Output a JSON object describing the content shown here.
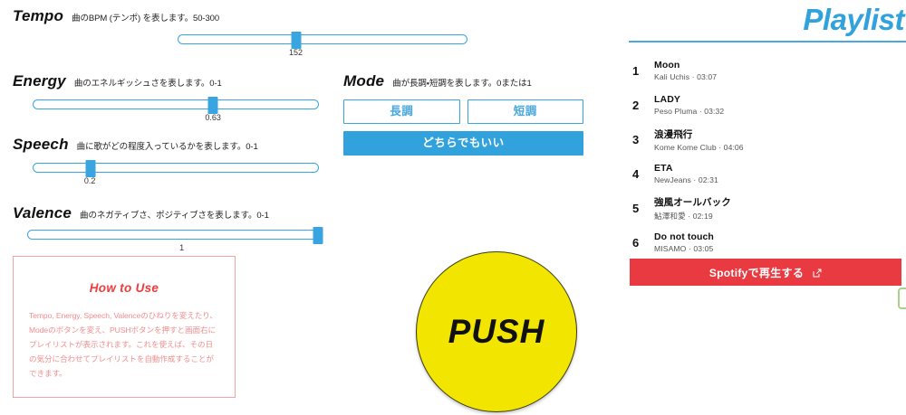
{
  "params": [
    {
      "key": "tempo",
      "title": "Tempo",
      "desc": "曲のBPM (テンポ) を表します。50-300",
      "value_label": "152",
      "min": 50,
      "max": 300,
      "value": 152,
      "fill_pct": 40.8
    },
    {
      "key": "energy",
      "title": "Energy",
      "desc": "曲のエネルギッシュさを表します。0-1",
      "value_label": "0.63",
      "min": 0,
      "max": 1,
      "value": 0.63,
      "fill_pct": 63
    },
    {
      "key": "speech",
      "title": "Speech",
      "desc": "曲に歌がどの程度入っているかを表します。0-1",
      "value_label": "0.2",
      "min": 0,
      "max": 1,
      "value": 0.2,
      "fill_pct": 20
    },
    {
      "key": "valence",
      "title": "Valence",
      "desc": "曲のネガティブさ、ポジティブさを表します。0-1",
      "value_label": "1",
      "min": 0,
      "max": 1,
      "value": 1,
      "fill_pct": 100
    }
  ],
  "mode": {
    "title": "Mode",
    "desc": "曲が長調・短調を表します。0または1",
    "major_label": "長調",
    "minor_label": "短調",
    "any_label": "どちらでもいい",
    "selected": "any"
  },
  "howto": {
    "title": "How to Use",
    "body": "Tempo, Energy, Speech, Valenceのひねりを変えたり、Modeのボタンを変え、PUSHボタンを押すと画面右にプレイリストが表示されます。これを使えば、その日の気分に合わせてプレイリストを自動作成することができます。"
  },
  "push": {
    "label": "PUSH"
  },
  "playlist": {
    "title": "Playlist",
    "tracks": [
      {
        "index": "1",
        "name": "Moon",
        "sub": "Kali Uchis · 03:07"
      },
      {
        "index": "2",
        "name": "LADY",
        "sub": "Peso Pluma · 03:32"
      },
      {
        "index": "3",
        "name": "浪漫飛行",
        "sub": "Kome Kome Club · 04:06"
      },
      {
        "index": "4",
        "name": "ETA",
        "sub": "NewJeans · 02:31"
      },
      {
        "index": "5",
        "name": "強風オールバック",
        "sub": "鮎澤和愛 · 02:19"
      },
      {
        "index": "6",
        "name": "Do not touch",
        "sub": "MISAMO · 03:05"
      }
    ],
    "spotify_button": "Spotifyで再生する",
    "spotify_icon": "external-link-icon"
  },
  "colors": {
    "accent_blue": "#32a2dd",
    "slider_blue": "#39a5e0",
    "push_yellow": "#f2e500",
    "spotify_red": "#e83a40",
    "howto_red": "#ef3b3b",
    "edge_green": "#a8d18a"
  }
}
